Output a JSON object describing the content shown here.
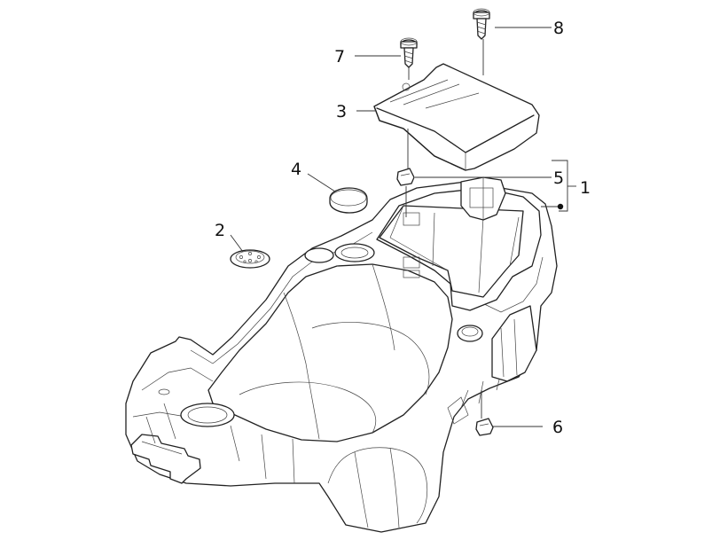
{
  "callouts": [
    {
      "id": "1",
      "label": "1"
    },
    {
      "id": "2",
      "label": "2"
    },
    {
      "id": "3",
      "label": "3"
    },
    {
      "id": "4",
      "label": "4"
    },
    {
      "id": "5",
      "label": "5"
    },
    {
      "id": "6",
      "label": "6"
    },
    {
      "id": "7",
      "label": "7"
    },
    {
      "id": "8",
      "label": "8"
    }
  ],
  "colors": {
    "ink": "#222222",
    "background": "#ffffff"
  }
}
